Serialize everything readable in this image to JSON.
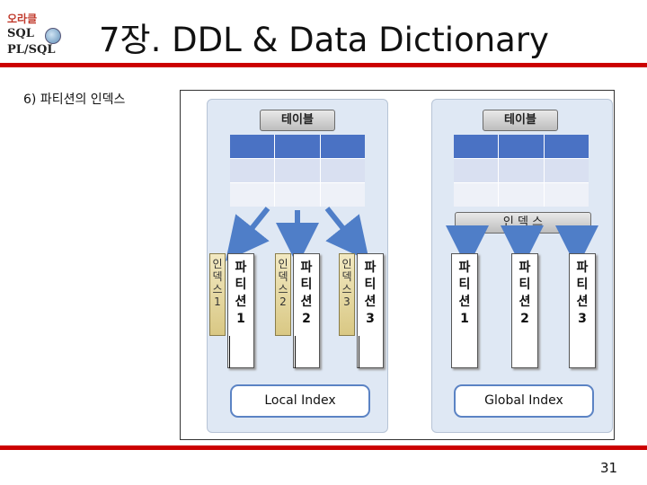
{
  "logo": {
    "line1": "오라클",
    "line2": "SQL",
    "line3": "PL/SQL"
  },
  "title": "7장. DDL & Data Dictionary",
  "subtitle": "6) 파티션의 인덱스",
  "page_number": "31",
  "diagram": {
    "left": {
      "table_label": "테이블",
      "partitions": [
        {
          "index_label": "인덱스1",
          "partition_label": "파티션1"
        },
        {
          "index_label": "인덱스2",
          "partition_label": "파티션2"
        },
        {
          "index_label": "인덱스3",
          "partition_label": "파티션3"
        }
      ],
      "caption": "Local Index"
    },
    "right": {
      "table_label": "테이블",
      "index_label": "인 덱 스",
      "partitions": [
        {
          "partition_label": "파티션1"
        },
        {
          "partition_label": "파티션2"
        },
        {
          "partition_label": "파티션3"
        }
      ],
      "caption": "Global Index"
    },
    "colors": {
      "table_header": "#4a72c4",
      "table_row": "#d9e0f1",
      "panel_background": "#dfe8f4",
      "arrow": "#4f7ec8",
      "caption_border": "#5b83c4",
      "index_strip": "#d9c884",
      "rule": "#cc0000"
    }
  }
}
